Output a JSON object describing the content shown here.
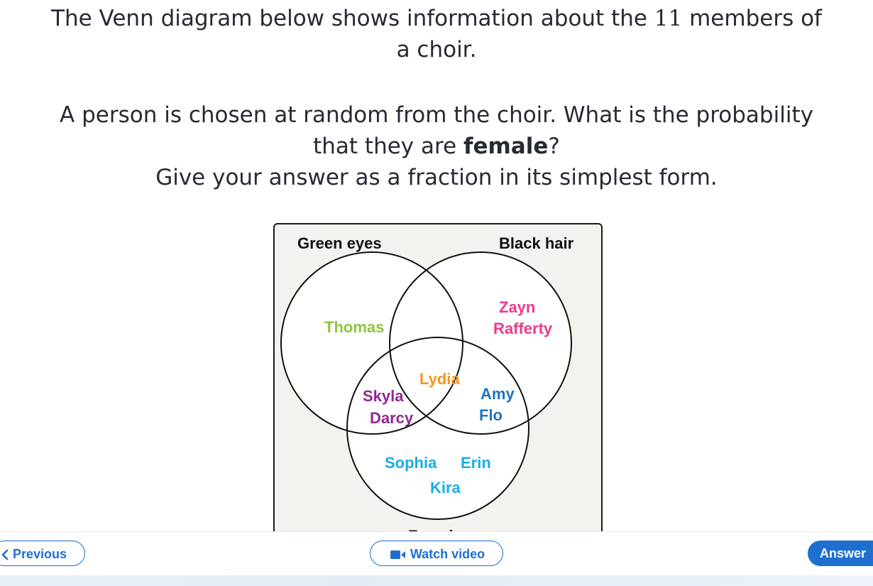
{
  "question": {
    "line1a": "The Venn diagram below shows information about the ",
    "count": "11",
    "line1b": " members of",
    "line2": "a choir.",
    "line3": "A person is chosen at random from the choir. What is the probability",
    "line4a": "that they are ",
    "line4b": "female",
    "line4c": "?",
    "line5": "Give your answer as a fraction in its simplest form."
  },
  "venn": {
    "labels": {
      "green_eyes": "Green eyes",
      "black_hair": "Black hair",
      "female": "Female"
    },
    "names": {
      "thomas": "Thomas",
      "zayn": "Zayn",
      "rafferty": "Rafferty",
      "lydia": "Lydia",
      "skyla": "Skyla",
      "darcy": "Darcy",
      "amy": "Amy",
      "flo": "Flo",
      "sophia": "Sophia",
      "erin": "Erin",
      "kira": "Kira"
    },
    "colors": {
      "green_only": "#8dc63f",
      "black_only": "#ec3a8e",
      "all_three": "#f7941d",
      "green_female": "#92278f",
      "black_female": "#1c75bc",
      "female_only": "#1aaee5"
    }
  },
  "nav": {
    "previous_label": "Previous",
    "watch_label": "Watch video",
    "answer_label": "Answer"
  }
}
